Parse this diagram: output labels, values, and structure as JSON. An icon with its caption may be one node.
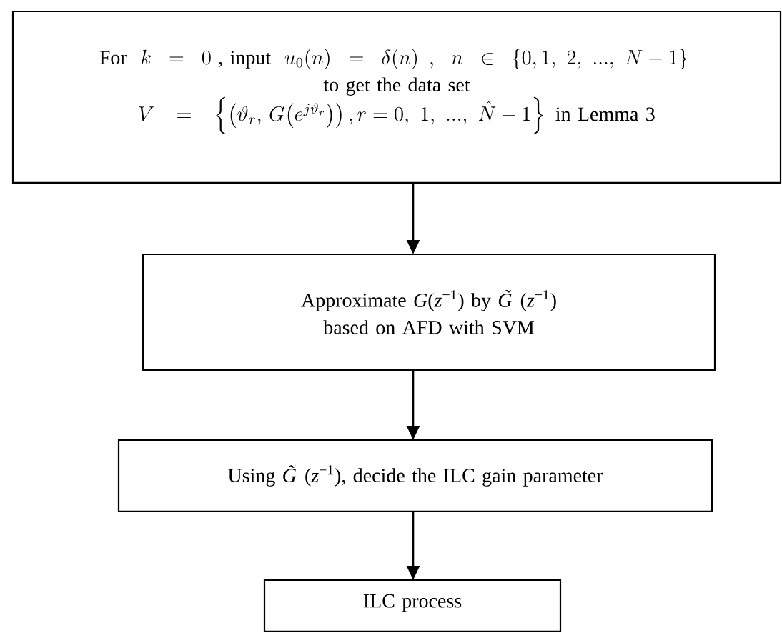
{
  "diagram": {
    "nodes": [
      {
        "text": [
          "\\text{For }\\ k=0\\ \\text{, input }\\ u_0\\!\\left(n\\right)=\\delta\\!\\left(n\\right)\\ ,\\ \\ n\\in\\left\\{0, 1,\\ 2,\\ ...,\\ N-1\\right\\}",
          "to get the data set",
          "V=\\left\\{\\left(\\vartheta_r,\\,G\\!\\left(e^{j\\vartheta_r}\\right)\\right), r=0,\\ 1,\\ ...,\\ \\hat{N}-1\\right\\}\\text{ in Lemma 3}"
        ]
      },
      {
        "text": [
          "Approximate *G*(*z*$^{−1}$) by *G̃*(*z*$^{−1}$) based on AFD with SVM"
        ]
      },
      {
        "text": [
          "Using *G̃*(*z*$^{−1}$), decide the ILC gain parameter"
        ]
      },
      {
        "text": [
          "ILC process"
        ]
      }
    ],
    "edges": [
      {
        "from": 0,
        "to": 1,
        "arrow": "to"
      },
      {
        "from": 1,
        "to": 2,
        "arrow": "to"
      },
      {
        "from": 2,
        "to": 3,
        "arrow": "to"
      }
    ]
  }
}
